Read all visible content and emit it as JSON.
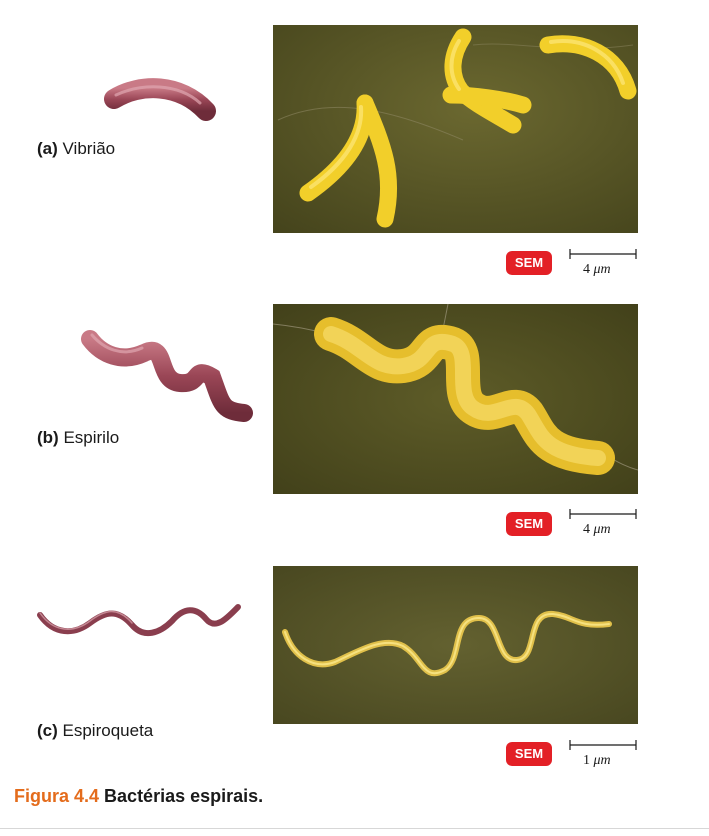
{
  "panels": [
    {
      "letter": "(a)",
      "name": "Vibrião",
      "sem": "SEM",
      "scale_num": "4",
      "scale_unit": "μm"
    },
    {
      "letter": "(b)",
      "name": "Espirilo",
      "sem": "SEM",
      "scale_num": "4",
      "scale_unit": "μm"
    },
    {
      "letter": "(c)",
      "name": "Espiroqueta",
      "sem": "SEM",
      "scale_num": "1",
      "scale_unit": "μm"
    }
  ],
  "caption": {
    "figure": "Figura 4.4",
    "title": "Bactérias espirais."
  },
  "colors": {
    "sem_badge": "#e32026",
    "caption_figure": "#e46c1c",
    "micrograph_bg": "#5c5a26",
    "bacterium_sem": "#f2cf2a",
    "illustration": "#9a4656"
  }
}
